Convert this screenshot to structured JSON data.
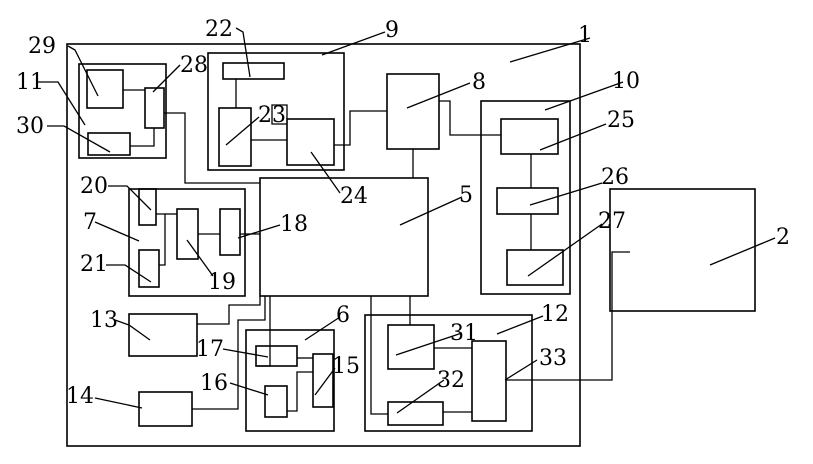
{
  "labels": {
    "l1": "1",
    "l2": "2",
    "l5": "5",
    "l6": "6",
    "l7": "7",
    "l8": "8",
    "l9": "9",
    "l10": "10",
    "l11": "11",
    "l12": "12",
    "l13": "13",
    "l14": "14",
    "l15": "15",
    "l16": "16",
    "l17": "17",
    "l18": "18",
    "l19": "19",
    "l20": "20",
    "l21": "21",
    "l22": "22",
    "l23": "23",
    "l24": "24",
    "l25": "25",
    "l26": "26",
    "l27": "27",
    "l28": "28",
    "l29": "29",
    "l30": "30",
    "l31": "31",
    "l32": "32",
    "l33": "33"
  }
}
